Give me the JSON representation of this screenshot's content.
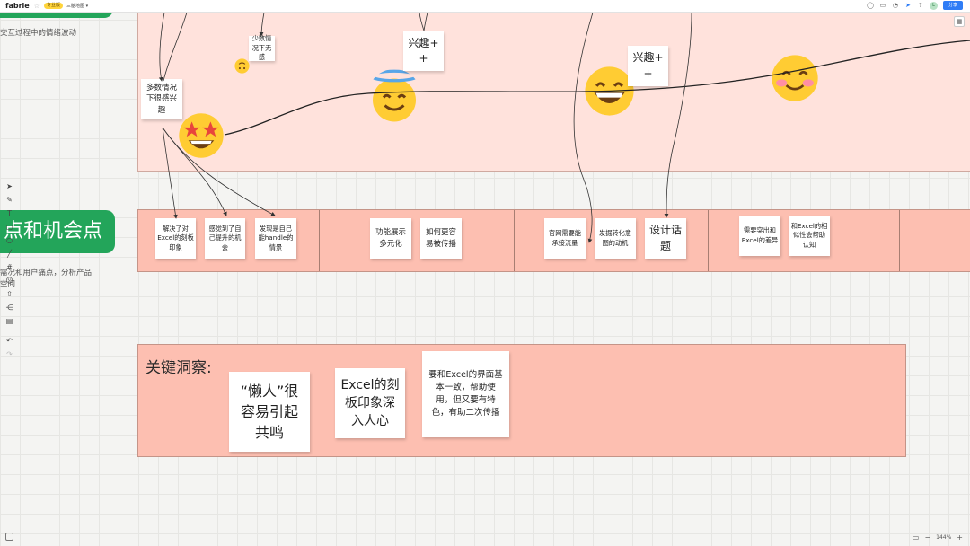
{
  "app": {
    "brand": "fabrie",
    "badge": "专业版",
    "doc_title": "三脑地图 ▾",
    "share_label": "分享",
    "avatar_letter": "L"
  },
  "left_panel": {
    "top_text": "交互过程中的情绪波动",
    "pill_title": "点和机会点",
    "desc_line1": "需况和用户痛点，分析产品",
    "desc_line2": "空间"
  },
  "emotion_notes": [
    {
      "id": "few",
      "text": "少数情况下无感"
    },
    {
      "id": "most",
      "text": "多数情况下很感兴趣"
    },
    {
      "id": "interest1",
      "text": "兴趣+ +"
    },
    {
      "id": "interest2",
      "text": "兴趣+ +"
    }
  ],
  "opportunity_notes": [
    {
      "text": "解决了对Excel的刻板印象"
    },
    {
      "text": "感觉到了自己提升的机会"
    },
    {
      "text": "发现是自己能handle的情景"
    },
    {
      "text": "功能展示多元化"
    },
    {
      "text": "如何更容易被传播"
    },
    {
      "text": "官网需要能承接流量"
    },
    {
      "text": "发掘转化意图的动机"
    },
    {
      "text": "设计话题"
    },
    {
      "text": "需要突出和Excel的差异"
    },
    {
      "text": "和Excel的相似性会帮助认知"
    }
  ],
  "insights": {
    "title": "关键洞察:",
    "notes": [
      {
        "text": "“懒人”很容易引起共鸣"
      },
      {
        "text": "Excel的刻板印象深入人心"
      },
      {
        "text": "要和Excel的界面基本一致，帮助使用，但又要有特色，有助二次传播"
      }
    ]
  },
  "zoom": {
    "level": "144%"
  },
  "colors": {
    "green": "#23a55a",
    "zone_light": "#ffe2dc",
    "zone_dark": "#fdbfb1",
    "emoji_yellow": "#ffcc33",
    "blush": "#ff8fa3",
    "accent_blue": "#2f7df6"
  },
  "icons": [
    "select-icon",
    "pen-icon",
    "text-icon",
    "sticky-icon",
    "shape-icon",
    "line-icon",
    "frame-icon",
    "emoji-icon",
    "upload-icon",
    "mindmap-icon",
    "template-icon",
    "undo-icon",
    "redo-icon"
  ]
}
